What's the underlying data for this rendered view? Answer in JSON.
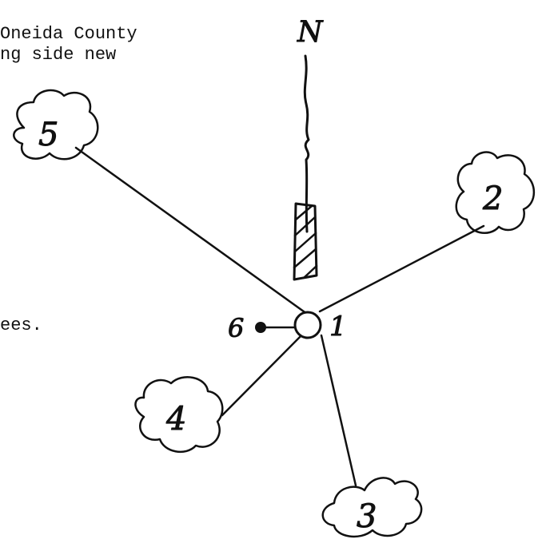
{
  "text_fragments": {
    "line1": "Oneida County",
    "line2": "ng side new",
    "line3": "ees."
  },
  "diagram": {
    "north_label": "N",
    "center_label": "1",
    "stations": [
      "2",
      "3",
      "4",
      "5"
    ],
    "stake_label": "6"
  }
}
